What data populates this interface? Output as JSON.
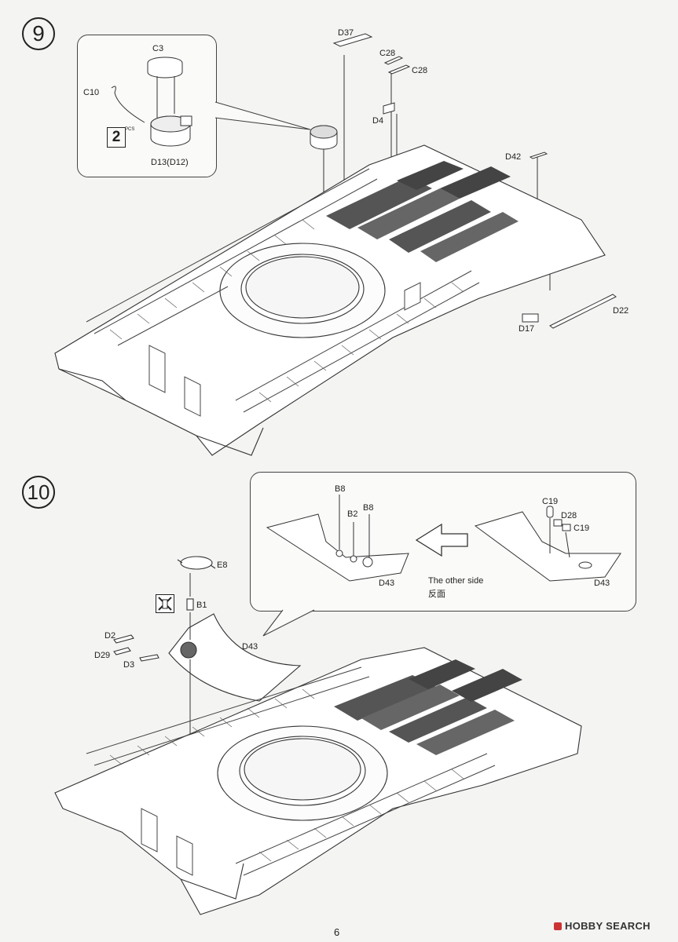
{
  "page_number": "6",
  "watermark": "HOBBY SEARCH",
  "step9": {
    "number": "9",
    "parts": {
      "d37": "D37",
      "c28a": "C28",
      "c28b": "C28",
      "d4": "D4",
      "d42": "D42",
      "d22": "D22",
      "d17": "D17"
    },
    "callout": {
      "c3": "C3",
      "c10": "C10",
      "d13": "D13(D12)",
      "pcs_count": "2",
      "pcs_label": "PCS"
    }
  },
  "step10": {
    "number": "10",
    "parts": {
      "e8": "E8",
      "b1": "B1",
      "d2": "D2",
      "d29": "D29",
      "d3": "D3",
      "d43": "D43"
    },
    "callout": {
      "b8a": "B8",
      "b2": "B2",
      "b8b": "B8",
      "d43_left": "D43",
      "c19a": "C19",
      "d28": "D28",
      "c19b": "C19",
      "d43_right": "D43",
      "other_side_en": "The other side",
      "other_side_zh": "反面"
    },
    "no_glue_icon": "no-glue-icon"
  }
}
